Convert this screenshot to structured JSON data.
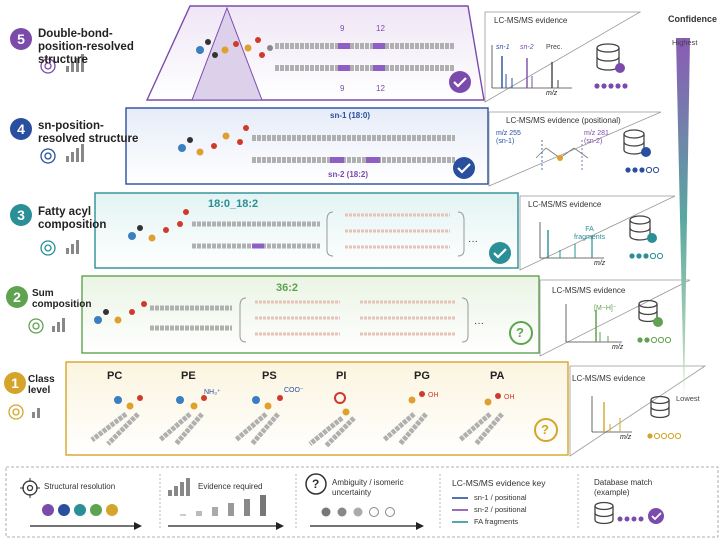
{
  "confidence": {
    "title": "Confidence",
    "highest": "Highest",
    "lowest": "Lowest"
  },
  "levels": [
    {
      "number": "5",
      "title": "Double-bond-position-resolved structure",
      "title_lines": [
        "Double-bond-",
        "position-resolved",
        "structure"
      ],
      "color": "#7b4bab",
      "evidence_title": "LC-MS/MS evidence",
      "peaks": [
        "sn-1",
        "sn-2",
        "Prec."
      ],
      "axis": "m/z",
      "db_positions": [
        "9",
        "12"
      ]
    },
    {
      "number": "4",
      "title_lines": [
        "sn-position-",
        "resolved structure"
      ],
      "color": "#2a4f9e",
      "evidence_title": "LC-MS/MS evidence (positional)",
      "sn1_label": "sn-1 (18:0)",
      "sn2_label": "sn-2 (18:2)",
      "mz1": "m/z 255",
      "mz1_sub": "(sn-1)",
      "mz2": "m/z 281",
      "mz2_sub": "(sn-2)"
    },
    {
      "number": "3",
      "title_lines": [
        "Fatty acyl",
        "composition"
      ],
      "color": "#2a8f96",
      "evidence_title": "LC-MS/MS evidence",
      "composition": "18:0_18:2",
      "fa_label_1": "FA",
      "fa_label_2": "fragments",
      "axis": "m/z",
      "ellipsis": "···"
    },
    {
      "number": "2",
      "title_lines": [
        "Sum",
        "composition"
      ],
      "color": "#5fa350",
      "evidence_title": "LC-MS/MS evidence",
      "composition": "36:2",
      "ion": "[M−H]⁻",
      "axis": "m/z",
      "ellipsis": "···",
      "question": "?"
    },
    {
      "number": "1",
      "title_lines": [
        "Class",
        "level"
      ],
      "color": "#d4a52a",
      "evidence_title": "LC-MS/MS evidence",
      "classes": [
        "PC",
        "PE",
        "PS",
        "PI",
        "PG",
        "PA"
      ],
      "pe_tag": "NH₃⁺",
      "ps_tag": "COO⁻",
      "pg_tag": "OH",
      "pa_tag": "OH",
      "axis": "m/z",
      "question": "?"
    }
  ],
  "legend": {
    "structural_resolution": "Structural resolution",
    "evidence_required": "Evidence required",
    "ambiguity_lines": [
      "Ambiguity / isomeric",
      "uncertainty"
    ],
    "key_title": "LC-MS/MS evidence key",
    "key_items": [
      {
        "label": "sn-1 / positional",
        "color": "#2a4f9e"
      },
      {
        "label": "sn-2 / positional",
        "color": "#7b4bab"
      },
      {
        "label": "FA fragments",
        "color": "#2a8f96"
      }
    ],
    "db_lines": [
      "Database match",
      "(example)"
    ],
    "question": "?"
  }
}
